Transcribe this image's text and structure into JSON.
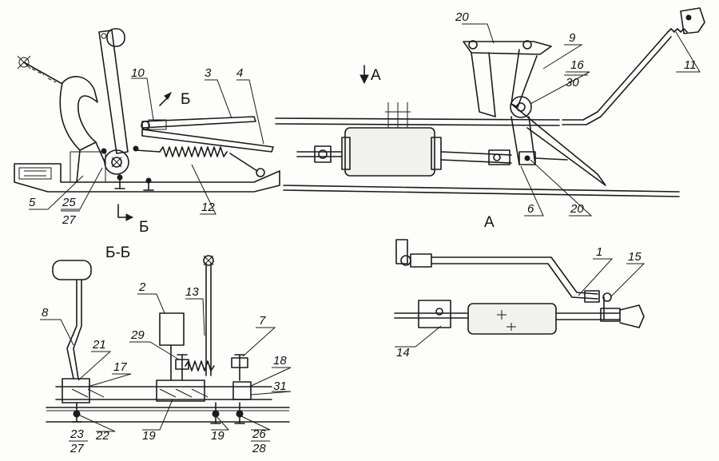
{
  "view_labels": {
    "arrow_a": "A",
    "arrow_b_top": "Б",
    "section_b": "Б",
    "view_a": "А",
    "section_bb": "Б-Б"
  },
  "callouts": [
    {
      "id": "c1",
      "text": "1"
    },
    {
      "id": "c2",
      "text": "2"
    },
    {
      "id": "c3",
      "text": "3"
    },
    {
      "id": "c4",
      "text": "4"
    },
    {
      "id": "c5",
      "text": "5"
    },
    {
      "id": "c6",
      "text": "6"
    },
    {
      "id": "c7",
      "text": "7"
    },
    {
      "id": "c8",
      "text": "8"
    },
    {
      "id": "c9",
      "text": "9"
    },
    {
      "id": "c10",
      "text": "10"
    },
    {
      "id": "c11",
      "text": "11"
    },
    {
      "id": "c12",
      "text": "12"
    },
    {
      "id": "c13",
      "text": "13"
    },
    {
      "id": "c14",
      "text": "14"
    },
    {
      "id": "c15",
      "text": "15"
    },
    {
      "id": "c16",
      "text": "16"
    },
    {
      "id": "c17",
      "text": "17"
    },
    {
      "id": "c18",
      "text": "18"
    },
    {
      "id": "c19a",
      "text": "19"
    },
    {
      "id": "c19b",
      "text": "19"
    },
    {
      "id": "c20",
      "text": "20"
    },
    {
      "id": "c21",
      "text": "21"
    },
    {
      "id": "c22",
      "text": "22"
    },
    {
      "id": "c23",
      "text": "23"
    },
    {
      "id": "c24",
      "text": "24"
    },
    {
      "id": "c25",
      "text": "25"
    },
    {
      "id": "c26",
      "text": "26"
    },
    {
      "id": "c27a",
      "text": "27"
    },
    {
      "id": "c27b",
      "text": "27"
    },
    {
      "id": "c28",
      "text": "28"
    },
    {
      "id": "c29",
      "text": "29"
    },
    {
      "id": "c30",
      "text": "30"
    },
    {
      "id": "c31",
      "text": "31"
    }
  ]
}
